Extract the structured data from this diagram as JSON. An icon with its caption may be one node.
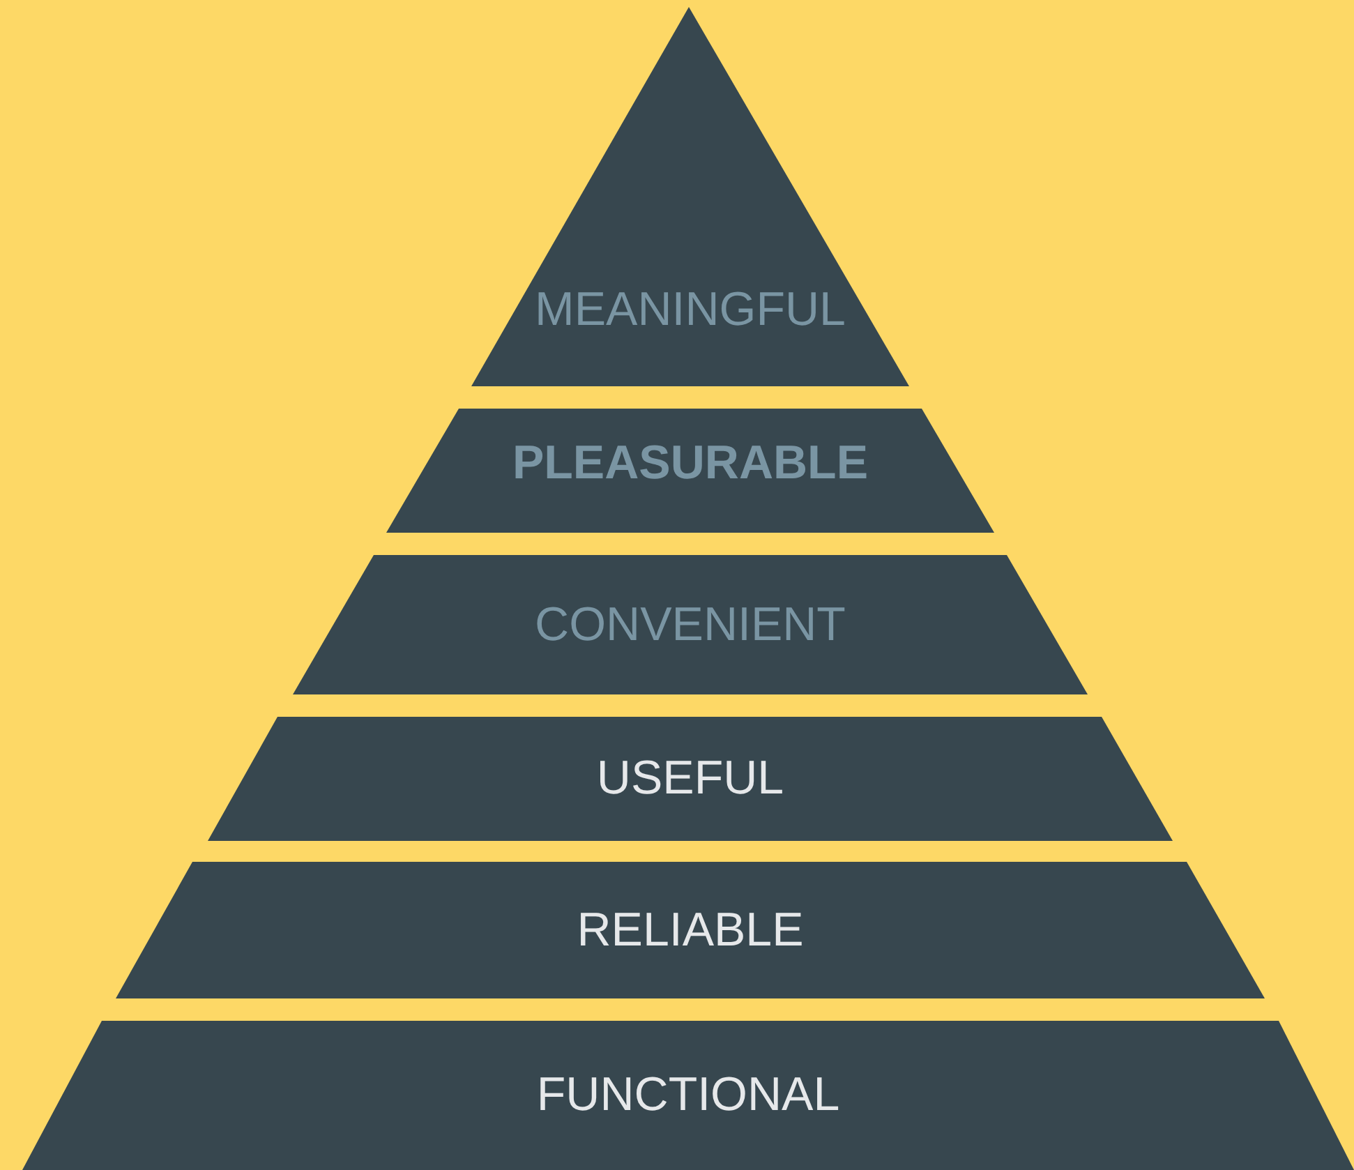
{
  "diagram": {
    "nodes": [
      {
        "text": [
          "MEANINGFUL"
        ]
      },
      {
        "text": [
          "PLEASURABLE"
        ]
      },
      {
        "text": [
          "CONVENIENT"
        ]
      },
      {
        "text": [
          "USEFUL"
        ]
      },
      {
        "text": [
          "RELIABLE"
        ]
      },
      {
        "text": [
          "FUNCTIONAL"
        ]
      }
    ]
  }
}
